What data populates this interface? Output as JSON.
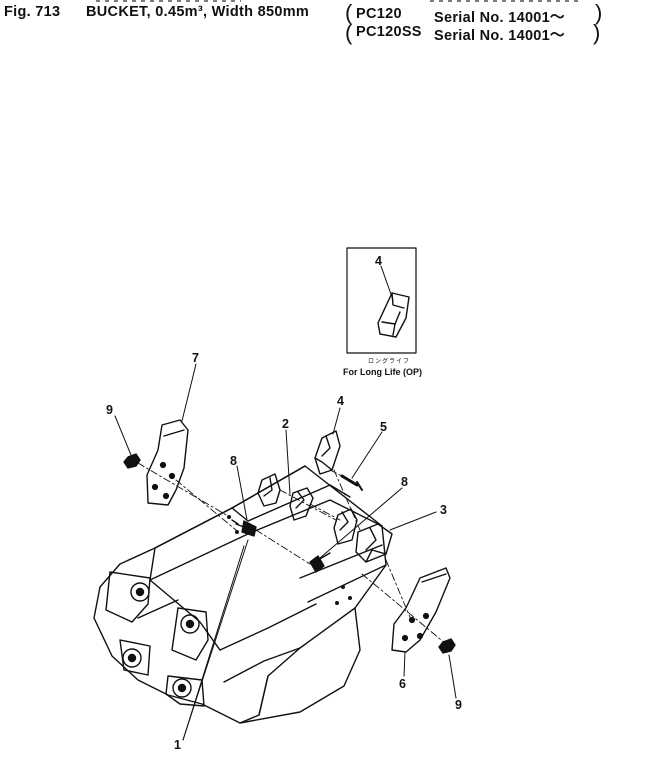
{
  "header": {
    "fig_label": "Fig. 713",
    "title": "BUCKET, 0.45m³, Width  850mm",
    "models": [
      {
        "model": "PC120",
        "serial": "Serial  No.  14001～"
      },
      {
        "model": "PC120SS",
        "serial": "Serial  No.  14001～"
      }
    ]
  },
  "inset": {
    "caption_jp": "ロングライフ",
    "caption": "For Long Life (OP)",
    "callout": "4"
  },
  "callouts": {
    "c1": "1",
    "c2": "2",
    "c3": "3",
    "c4": "4",
    "c5": "5",
    "c6": "6",
    "c7": "7",
    "c8a": "8",
    "c8b": "8",
    "c9a": "9",
    "c9b": "9"
  }
}
